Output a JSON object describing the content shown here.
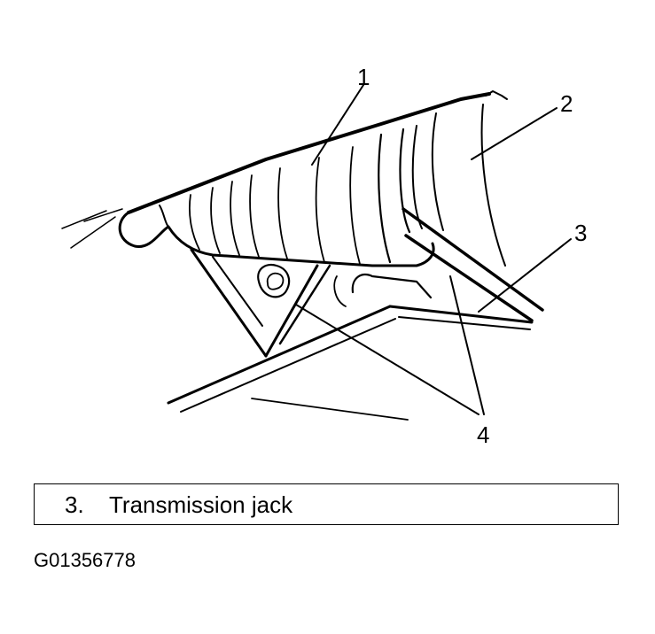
{
  "callouts": {
    "c1": "1",
    "c2": "2",
    "c3": "3",
    "c4": "4"
  },
  "legend": {
    "number": "3.",
    "text": "Transmission jack"
  },
  "figure_id": "G01356778"
}
